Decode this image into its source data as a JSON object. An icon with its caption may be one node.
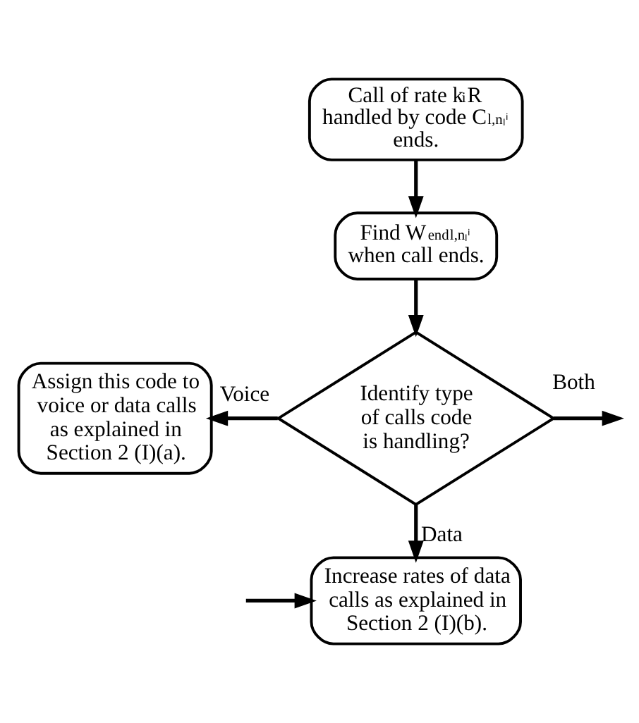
{
  "diagram": {
    "nodes": [
      {
        "text": [
          "Call of rate k$_{i}$R handled by code C$_{l,nₗⁱ}$ ends."
        ]
      },
      {
        "text": [
          "Find W$^{end}$$_{l,nₗⁱ}$ when call ends."
        ]
      },
      {
        "text": [
          "Identify type of calls code is handling?"
        ]
      },
      {
        "text": [
          "Assign this code to voice or data calls as explained in Section 2 (I)(a)."
        ]
      },
      {
        "text": [
          "Increase rates of data calls as explained in Section 2 (I)(b)."
        ]
      }
    ],
    "edges": [
      {
        "from": 0,
        "to": 1,
        "arrow": "to"
      },
      {
        "from": 1,
        "to": 2,
        "arrow": "to"
      },
      {
        "from": 2,
        "to": 3,
        "arrow": "to",
        "label": "Voice"
      },
      {
        "from": 2,
        "to": 4,
        "arrow": "to",
        "label": "Data"
      },
      {
        "from": 2,
        "to": null,
        "arrow": "to",
        "label": "Both"
      },
      {
        "from": null,
        "to": 4,
        "arrow": "to"
      }
    ]
  }
}
